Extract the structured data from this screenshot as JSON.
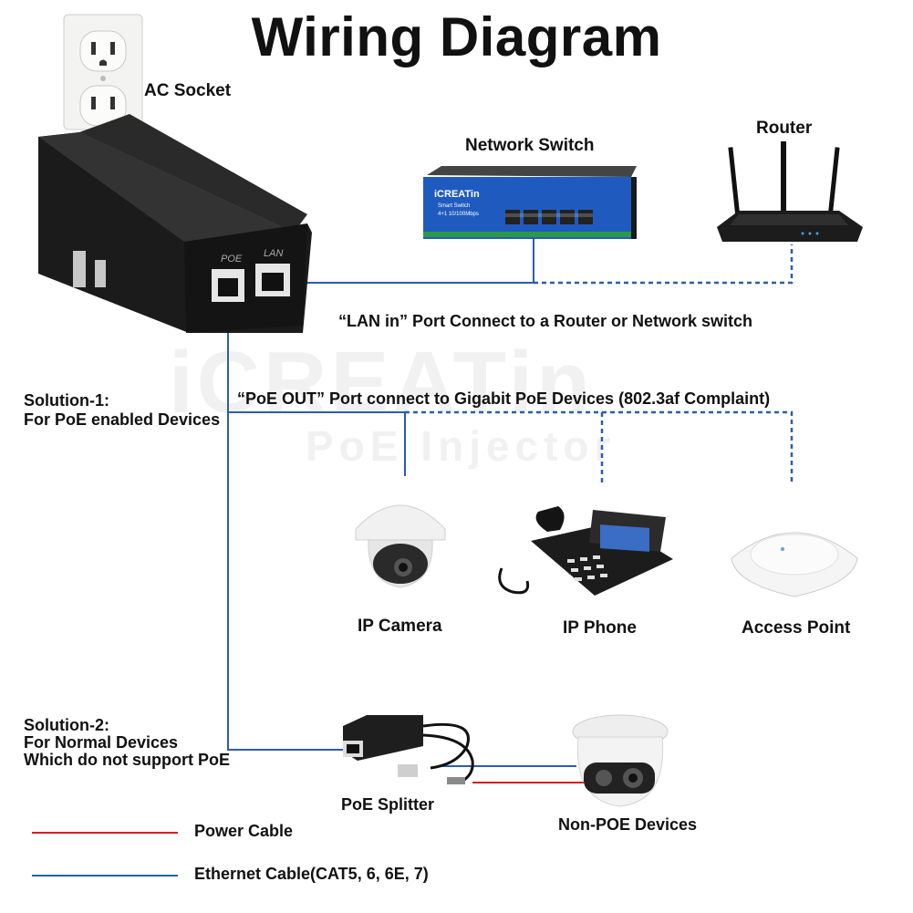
{
  "title": "Wiring Diagram",
  "watermark": {
    "brand": "iCREATin",
    "subtitle": "PoE Injector"
  },
  "labels": {
    "ac_socket": "AC Socket",
    "network_switch": "Network Switch",
    "router": "Router",
    "lan_in_note": "“LAN in” Port Connect to a Router or Network switch",
    "poe_out_note": "“PoE OUT” Port connect to Gigabit PoE Devices (802.3af Complaint)",
    "solution1_title": "Solution-1:",
    "solution1_desc": "For PoE enabled Devices",
    "solution2_title": "Solution-2:",
    "solution2_line1": "For Normal Devices",
    "solution2_line2": "Which do not support PoE",
    "ip_camera": "IP Camera",
    "ip_phone": "IP Phone",
    "access_point": "Access Point",
    "poe_splitter": "PoE Splitter",
    "non_poe_devices": "Non-POE Devices"
  },
  "injector": {
    "port_poe": "POE",
    "port_lan": "LAN"
  },
  "switch": {
    "brand": "iCREATin",
    "model_line1": "Smart Switch",
    "model_line2": "4+1 10/100Mbps"
  },
  "legend": [
    {
      "label": "Power Cable",
      "color": "#d81e1e"
    },
    {
      "label": "Ethernet Cable(CAT5, 6, 6E, 7)",
      "color": "#2a5db0"
    }
  ],
  "colors": {
    "ethernet": "#2a5db0",
    "power": "#d81e1e",
    "switch_blue": "#1f5bbf"
  }
}
